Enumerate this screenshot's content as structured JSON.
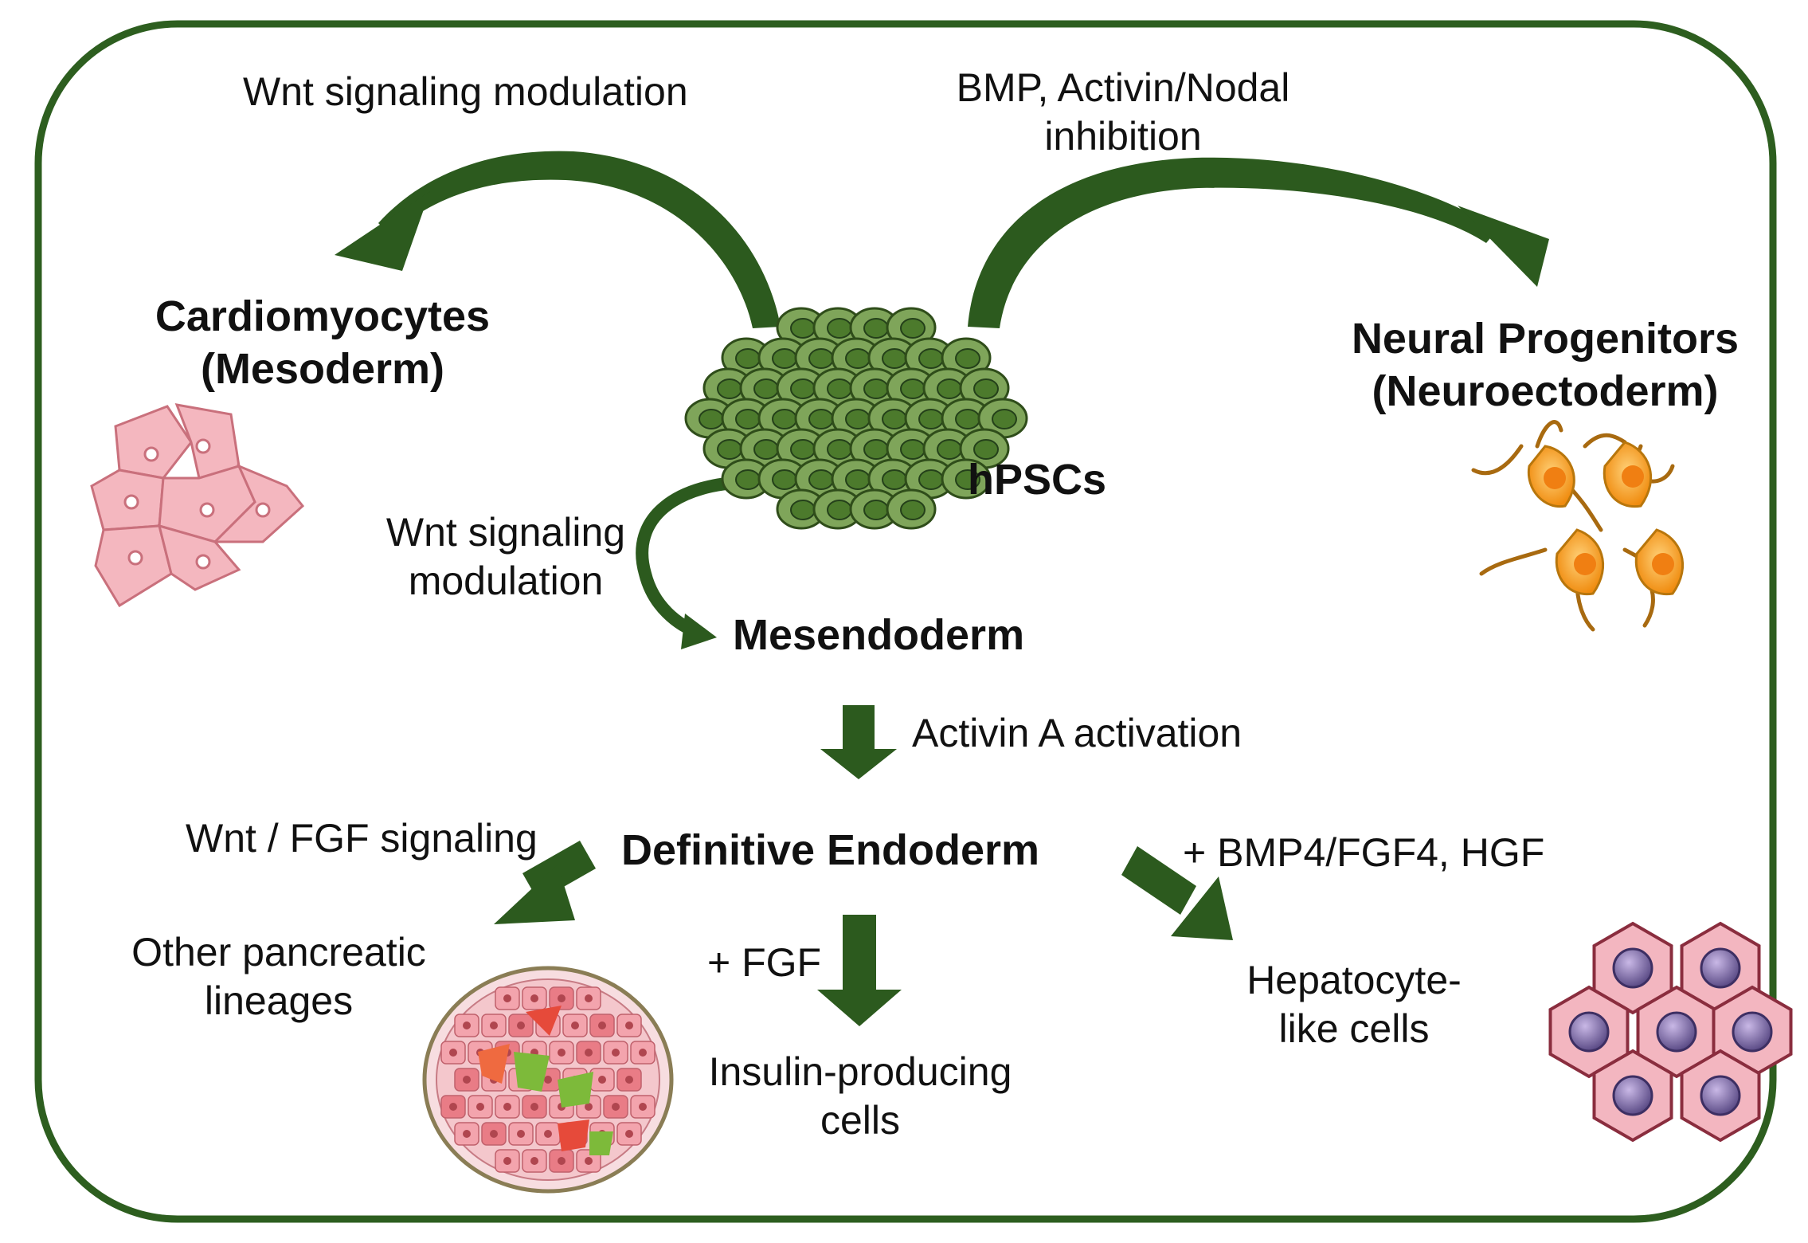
{
  "colors": {
    "frame": "#2d5e1f",
    "arrow": "#2c5a1e",
    "stem_cell": "#5f8a3b",
    "cardio": "#f4b7bf",
    "neural": "#f29a1a",
    "islet": "#e8717a",
    "hepato": "#f3b6c0"
  },
  "labels": {
    "top_left_signal": "Wnt signaling modulation",
    "top_right_signal_1": "BMP, Activin/Nodal",
    "top_right_signal_2": "inhibition",
    "cardio_1": "Cardiomyocytes",
    "cardio_2": "(Mesoderm)",
    "neural_1": "Neural Progenitors",
    "neural_2": "(Neuroectoderm)",
    "hpsc": "hPSCs",
    "wnt_mid_1": "Wnt signaling",
    "wnt_mid_2": "modulation",
    "mesendoderm": "Mesendoderm",
    "activin": "Activin A activation",
    "definitive": "Definitive Endoderm",
    "wnt_fgf": "Wnt / FGF signaling",
    "bmp4": "+ BMP4/FGF4, HGF",
    "other_1": "Other pancreatic",
    "other_2": "lineages",
    "fgf": "+ FGF",
    "insulin_1": "Insulin-producing",
    "insulin_2": "cells",
    "hepato_1": "Hepatocyte-",
    "hepato_2": "like cells"
  },
  "icons": [
    "stem-cell-cluster-icon",
    "cardiomyocyte-icon",
    "neuron-icon",
    "pancreatic-islet-icon",
    "hepatocyte-icon"
  ]
}
